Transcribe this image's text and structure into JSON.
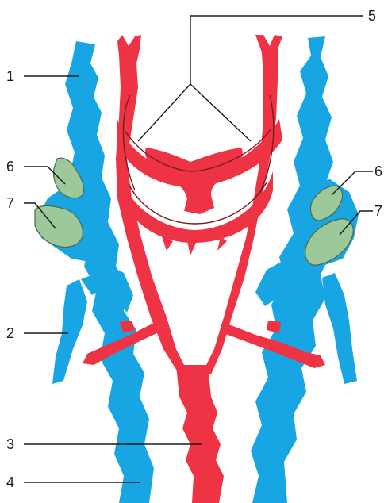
{
  "labels": {
    "l1": "1",
    "l2": "2",
    "l3": "3",
    "l4": "4",
    "l5": "5",
    "l6_left": "6",
    "l6_right": "6",
    "l7_left": "7",
    "l7_right": "7"
  },
  "colors": {
    "veins": "#17a6e3",
    "arteries": "#ee3344",
    "glands": "#9cc89a",
    "leader_lines": "#1a1a1a"
  }
}
